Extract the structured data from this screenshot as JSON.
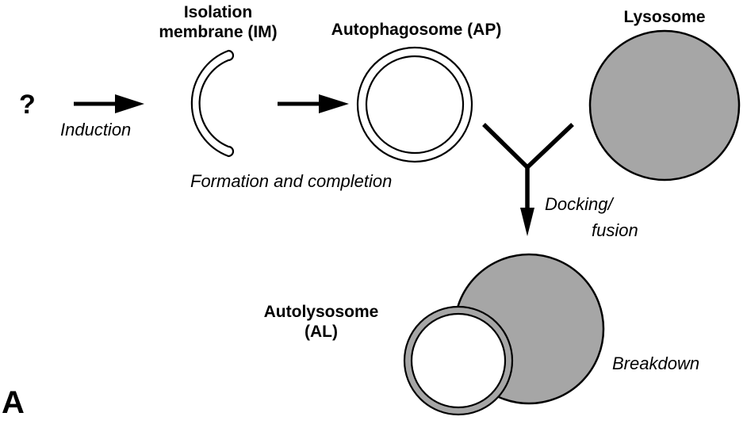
{
  "figure": {
    "panel_letter": "A",
    "start_symbol": "?",
    "colors": {
      "lysosome_fill": "#a6a6a6",
      "membrane_fill": "#ffffff",
      "stroke": "#000000"
    },
    "structures": {
      "isolation_membrane": {
        "line1": "Isolation",
        "line2": "membrane (IM)"
      },
      "autophagosome": {
        "label": "Autophagosome (AP)"
      },
      "lysosome": {
        "label": "Lysosome"
      },
      "autolysosome": {
        "line1": "Autolysosome",
        "line2": "(AL)"
      }
    },
    "steps": {
      "induction": "Induction",
      "formation": "Formation and completion",
      "docking_line1": "Docking/",
      "docking_line2": "fusion",
      "breakdown": "Breakdown"
    }
  }
}
